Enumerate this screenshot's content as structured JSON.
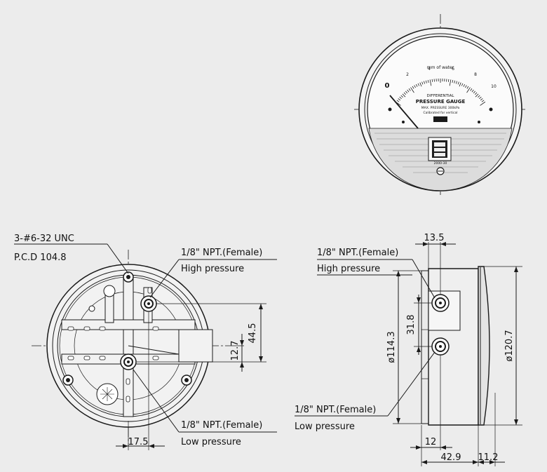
{
  "front_gauge": {
    "unit_label": "mm of water",
    "zero_label": "0",
    "scale_marks": [
      "2",
      "4",
      "6",
      "8",
      "10"
    ],
    "title_small": "DIFFERENTIAL",
    "title_large": "PRESSURE GAUGE",
    "rating_line": "MAX. PRESSURE 300kPa",
    "calibration_line": "Calibrated for vertical",
    "model_line": "2000-30"
  },
  "back_view": {
    "screw_spec": "3-#6-32 UNC",
    "pcd": "P.C.D 104.8",
    "port_high_type": "1/8\" NPT.(Female)",
    "port_high_name": "High pressure",
    "port_low_type": "1/8\" NPT.(Female)",
    "port_low_name": "Low pressure",
    "dim_vertical_upper": "44.5",
    "dim_vertical_lower": "12.7",
    "dim_horizontal": "17.5"
  },
  "side_view": {
    "port_high_type": "1/8\" NPT.(Female)",
    "port_high_name": "High pressure",
    "port_low_type": "1/8\" NPT.(Female)",
    "port_low_name": "Low pressure",
    "dim_top": "13.5",
    "dim_port_spacing": "31.8",
    "dim_body_dia": "ø114.3",
    "dim_bezel_dia": "ø120.7",
    "dim_port_offset": "12",
    "dim_depth": "42.9",
    "dim_bezel_depth": "11.2"
  }
}
